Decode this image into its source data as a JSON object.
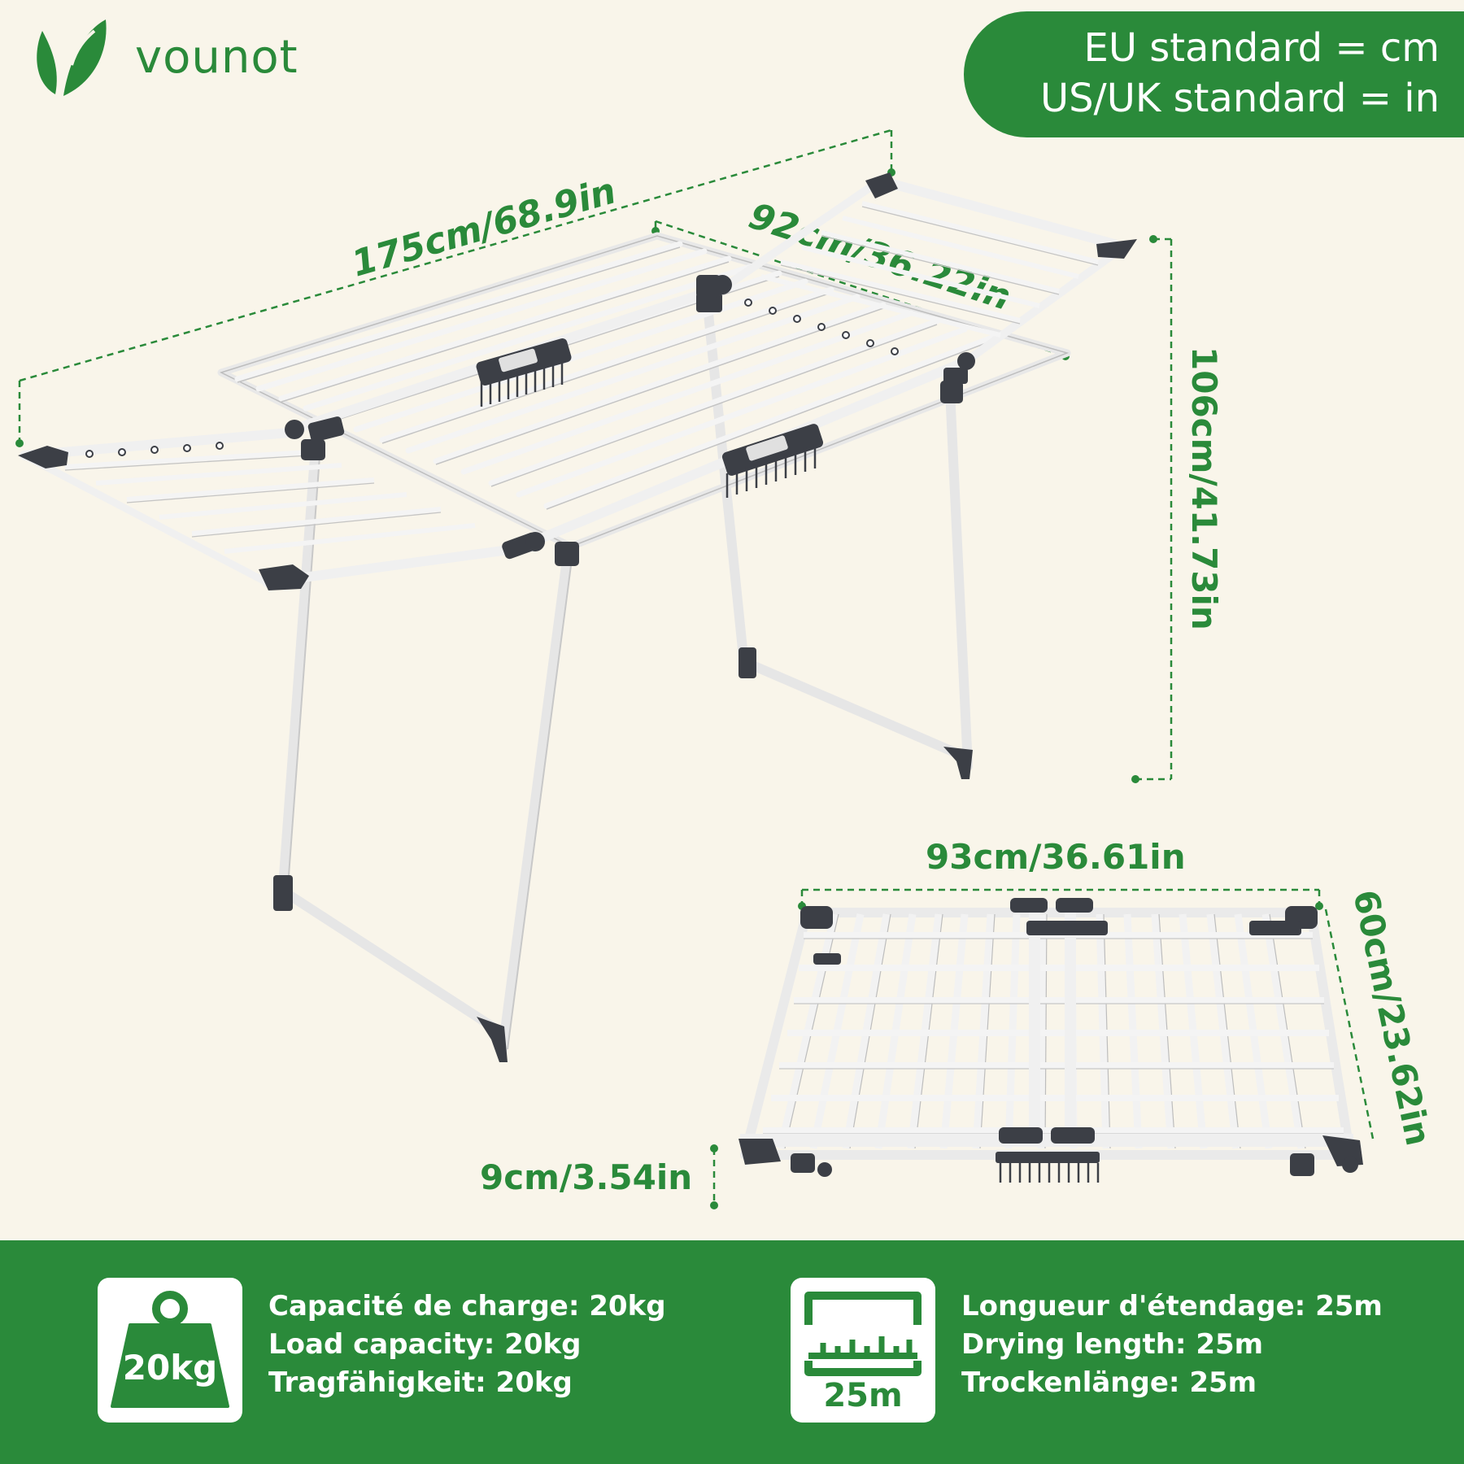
{
  "brand": {
    "name": "vounot",
    "color": "#2a8a3a"
  },
  "standards": {
    "eu": "EU standard = cm",
    "us": "US/UK standard = in"
  },
  "dimensions": {
    "length": "175cm/68.9in",
    "width": "92cm/36.22in",
    "height": "106cm/41.73in",
    "folded_width": "93cm/36.61in",
    "folded_depth": "60cm/23.62in",
    "folded_thickness": "9cm/3.54in"
  },
  "specs": {
    "load": {
      "icon": "weight-icon",
      "value": "20kg",
      "lines": [
        "Capacité de charge: 20kg",
        "Load capacity: 20kg",
        "Tragfähigkeit: 20kg"
      ]
    },
    "length": {
      "icon": "ruler-icon",
      "value": "25m",
      "lines": [
        "Longueur d'étendage: 25m",
        "Drying length: 25m",
        "Trockenlänge: 25m"
      ]
    }
  },
  "colors": {
    "background": "#f9f5ea",
    "accent": "#2a8a3a",
    "frame": "#f2f2f2",
    "joint": "#3c3f46"
  }
}
